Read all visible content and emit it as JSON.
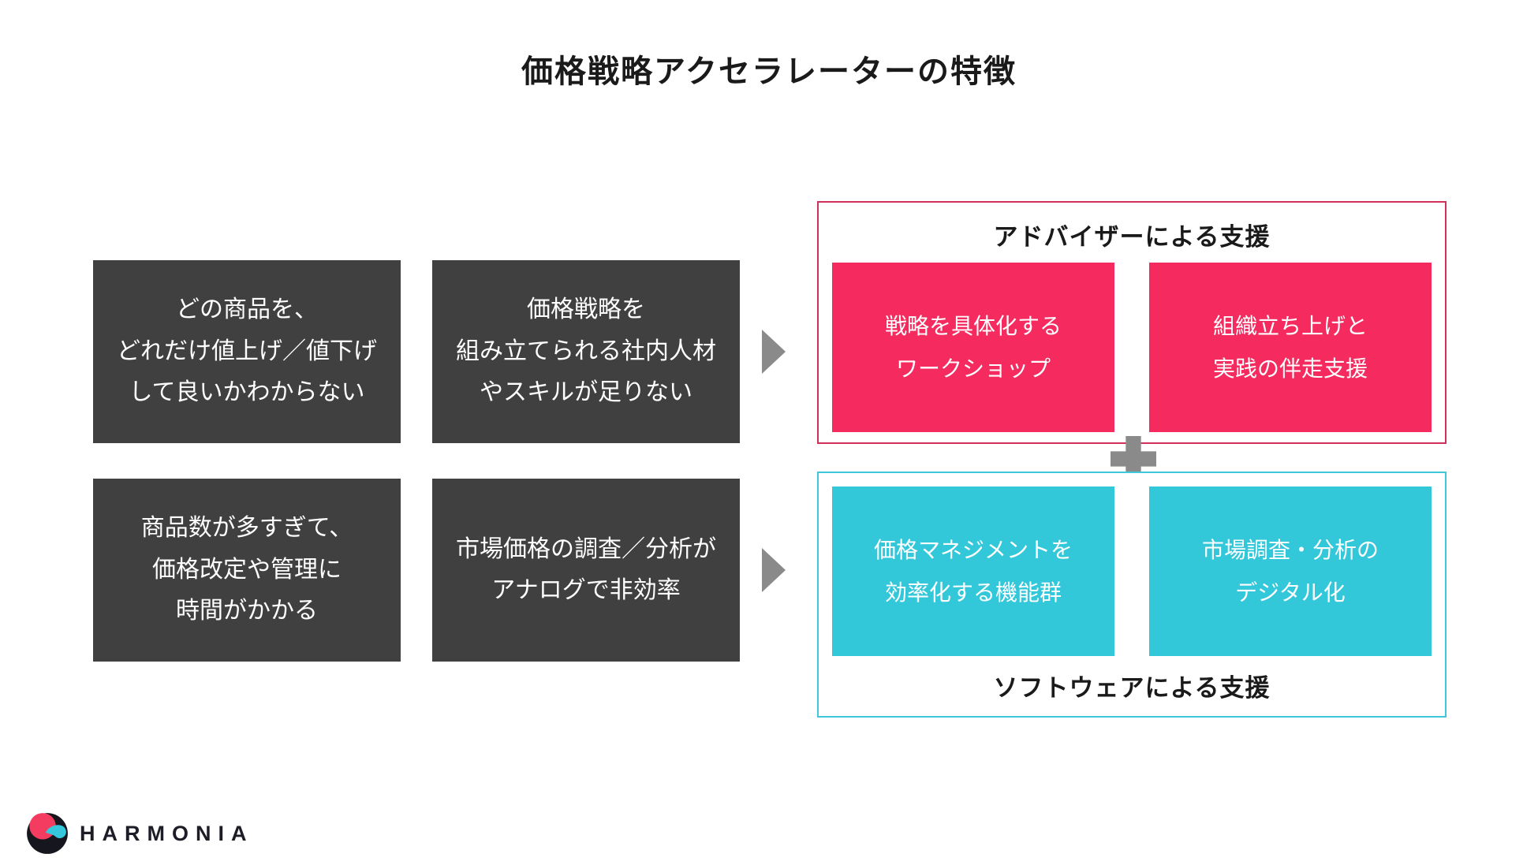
{
  "slide": {
    "title": "価格戦略アクセラレーターの特徴"
  },
  "problems": [
    {
      "lines": [
        "どの商品を、",
        "どれだけ値上げ／値下げ",
        "して良いかわからない"
      ]
    },
    {
      "lines": [
        "価格戦略を",
        "組み立てられる社内人材",
        "やスキルが足りない"
      ]
    },
    {
      "lines": [
        "商品数が多すぎて、",
        "価格改定や管理に",
        "時間がかかる"
      ]
    },
    {
      "lines": [
        "市場価格の調査／分析が",
        "アナログで非効率"
      ]
    }
  ],
  "advisor": {
    "label": "アドバイザーによる支援",
    "boxes": [
      {
        "lines": [
          "戦略を具体化する",
          "ワークショップ"
        ]
      },
      {
        "lines": [
          "組織立ち上げと",
          "実践の伴走支援"
        ]
      }
    ]
  },
  "software": {
    "label": "ソフトウェアによる支援",
    "boxes": [
      {
        "lines": [
          "価格マネジメントを",
          "効率化する機能群"
        ]
      },
      {
        "lines": [
          "市場調査・分析の",
          "デジタル化"
        ]
      }
    ]
  },
  "footer": {
    "brand": "HARMONIA"
  },
  "icons": {
    "arrow_right": "▶",
    "plus": "✚",
    "logo": "harmonia-logo-mark"
  },
  "colors": {
    "dark_box": "#404040",
    "pink": "#f52a5f",
    "pink_border": "#cf3159",
    "cyan": "#33c7da",
    "cyan_border": "#3fc9db",
    "gray_shapes": "#8a8a8a"
  }
}
